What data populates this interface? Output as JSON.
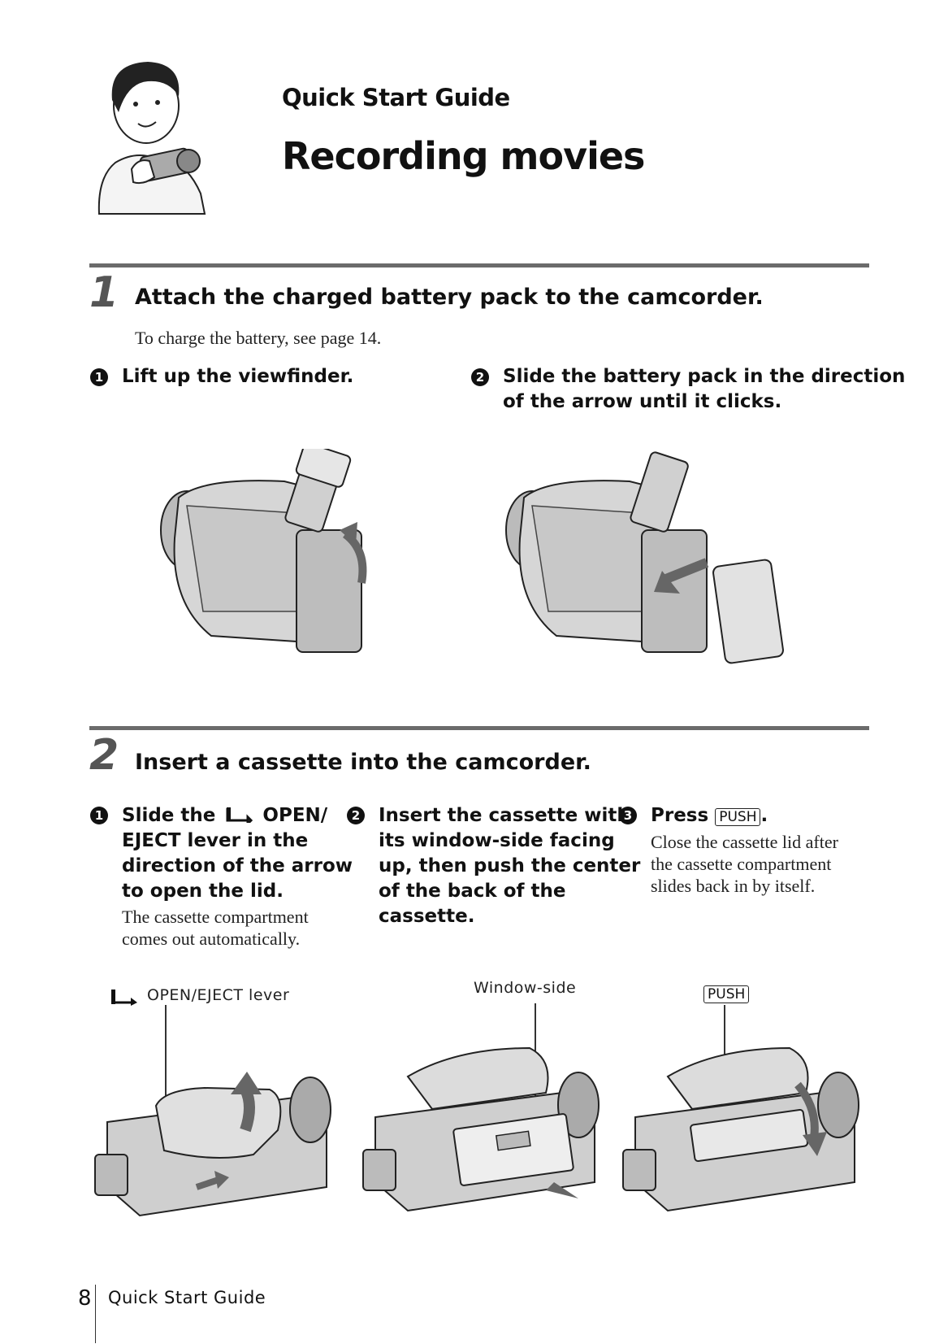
{
  "header": {
    "kicker": "Quick Start Guide",
    "title": "Recording movies"
  },
  "step1": {
    "number": "1",
    "heading": "Attach the charged battery pack to the camcorder.",
    "note": "To charge the battery, see page 14.",
    "sub1": {
      "bullet": "1",
      "text": "Lift up the viewfinder."
    },
    "sub2": {
      "bullet": "2",
      "line1": "Slide the battery pack in the direction",
      "line2": "of the arrow until it clicks."
    }
  },
  "step2": {
    "number": "2",
    "heading": "Insert a cassette into the camcorder.",
    "sub1": {
      "bullet": "1",
      "line1a": "Slide the",
      "line1b": "OPEN/",
      "line2": "EJECT lever in the",
      "line3": "direction of the arrow",
      "line4": "to open the lid.",
      "note1": "The cassette compartment",
      "note2": "comes out automatically."
    },
    "sub2": {
      "bullet": "2",
      "line1": "Insert the cassette with",
      "line2": "its window-side facing",
      "line3": "up, then push the center",
      "line4": "of the back of the",
      "line5": "cassette."
    },
    "sub3": {
      "bullet": "3",
      "press": "Press",
      "key": "PUSH",
      "period": ".",
      "note1": "Close the cassette lid after",
      "note2": "the cassette compartment",
      "note3": "slides back in by itself."
    },
    "callouts": {
      "lever": "OPEN/EJECT lever",
      "window": "Window-side",
      "push": "PUSH"
    }
  },
  "footer": {
    "page_number": "8",
    "section": "Quick Start Guide"
  }
}
